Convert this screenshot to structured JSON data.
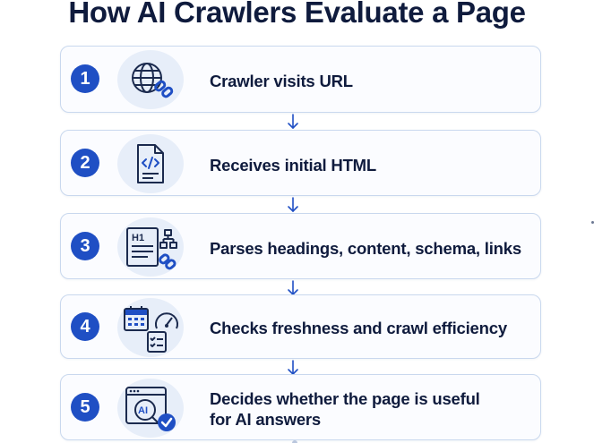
{
  "title": "How AI Crawlers Evaluate a Page",
  "steps": [
    {
      "number": "1",
      "icon": "globe-link-icon",
      "label": "Crawler visits URL"
    },
    {
      "number": "2",
      "icon": "html-file-icon",
      "label": "Receives initial HTML"
    },
    {
      "number": "3",
      "icon": "headings-schema-icon",
      "label": "Parses headings, content, schema, links"
    },
    {
      "number": "4",
      "icon": "calendar-gauge-checklist-icon",
      "label": "Checks freshness and crawl efficiency"
    },
    {
      "number": "5",
      "icon": "ai-check-icon",
      "label_line1": "Decides whether the page is useful",
      "label_line2": "for AI answers"
    }
  ],
  "colors": {
    "accent": "#1f4fc4",
    "icon_stroke": "#1b2a4e",
    "card_border": "#c9d8ee",
    "icon_bg": "#e7eef9"
  }
}
